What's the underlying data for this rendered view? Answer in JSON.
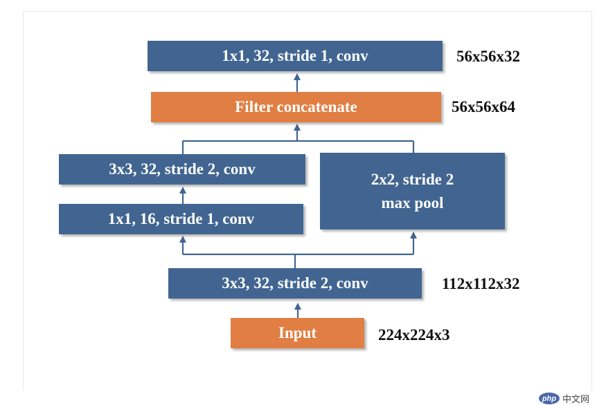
{
  "diagram": {
    "nodes": {
      "top_conv": "1x1, 32, stride 1, conv",
      "filter_concat": "Filter concatenate",
      "branch_conv_3x3": "3x3, 32, stride 2, conv",
      "branch_conv_1x1": "1x1, 16, stride 1, conv",
      "max_pool_line1": "2x2, stride 2",
      "max_pool_line2": "max pool",
      "stem_conv": "3x3, 32, stride 2, conv",
      "input": "Input"
    },
    "dimensions": {
      "top_conv": "56x56x32",
      "filter_concat": "56x56x64",
      "stem_conv": "112x112x32",
      "input": "224x224x3"
    },
    "colors": {
      "conv_box": "#416590",
      "highlight_box": "#e07e43",
      "connector": "#416590"
    }
  },
  "watermark": {
    "logo": "php",
    "text": "中文网"
  }
}
